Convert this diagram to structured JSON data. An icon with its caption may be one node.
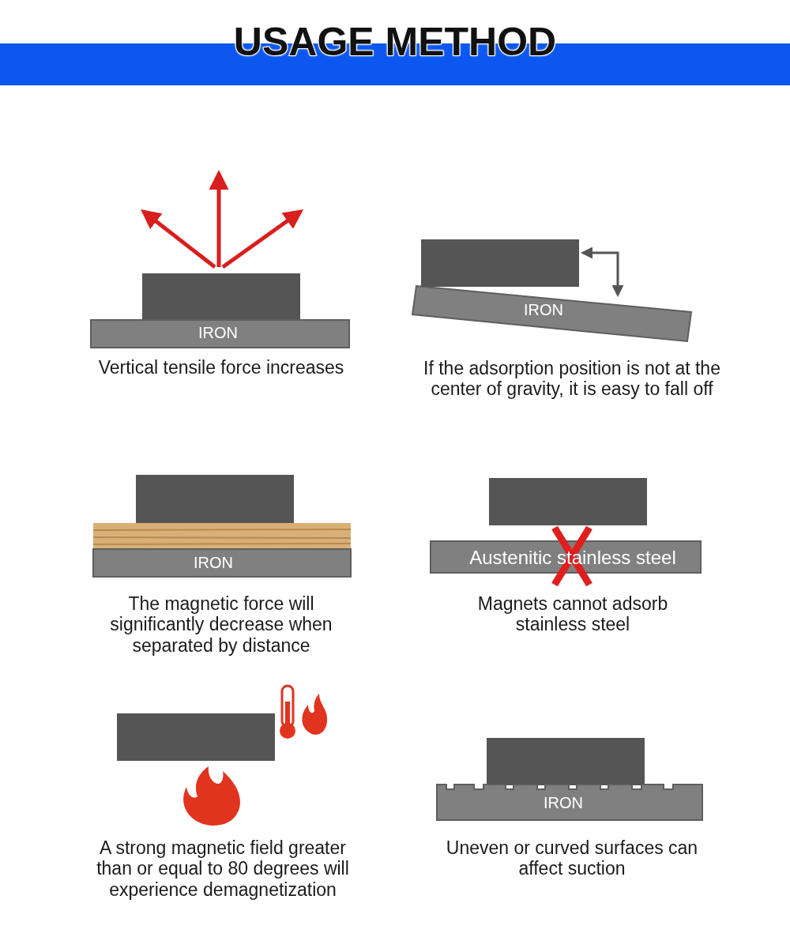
{
  "diagram": {
    "title": "USAGE METHOD",
    "labels": [
      "IRON",
      "Vertical tensile force increases",
      "IRON",
      "If the adsorption position is not at the center of gravity, it is easy to fall off",
      "IRON",
      "The magnetic force will significantly decrease when separated by distance",
      "Austenitic stainless steel",
      "Magnets cannot adsorb stainless steel",
      "A strong magnetic field greater than or equal to 80 degrees will experience demagnetization",
      "IRON",
      "Uneven or curved surfaces can affect suction"
    ]
  }
}
